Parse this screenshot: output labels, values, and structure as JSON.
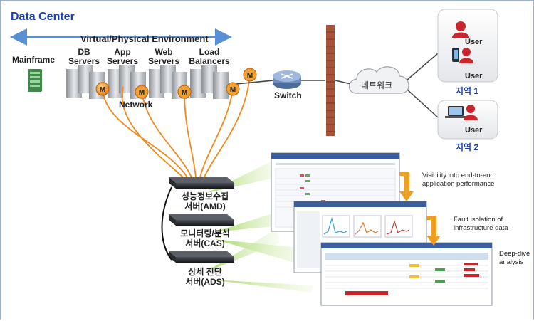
{
  "header": {
    "title": "Data Center",
    "environment": "Virtual/Physical Environment"
  },
  "servers": {
    "mainframe": "Mainframe",
    "db": [
      "DB",
      "Servers"
    ],
    "app": [
      "App",
      "Servers"
    ],
    "web": [
      "Web",
      "Servers"
    ],
    "lb": [
      "Load",
      "Balancers"
    ]
  },
  "monitor_tag": "M",
  "network_label": "Network",
  "switch_label": "Switch",
  "cloud_label": "네트워크",
  "users": {
    "user1": "User",
    "user2": "User",
    "user3": "User"
  },
  "regions": {
    "region1": "지역 1",
    "region2": "지역 2"
  },
  "appliances": {
    "amd": [
      "성능정보수집",
      "서버(AMD)"
    ],
    "cas": [
      "모니터링/분석",
      "서버(CAS)"
    ],
    "ads": [
      "상세 진단",
      "서버(ADS)"
    ]
  },
  "descriptions": {
    "visibility": [
      "Visibility into end-to-end",
      "application performance"
    ],
    "fault": [
      "Fault isolation of",
      "infrastructure data"
    ],
    "deep": [
      "Deep-dive",
      "analysis"
    ]
  },
  "colors": {
    "title": "#1a3fb0",
    "link": "#f08a1c",
    "arrow": "#f0a020",
    "beam": "#b8e07a"
  }
}
